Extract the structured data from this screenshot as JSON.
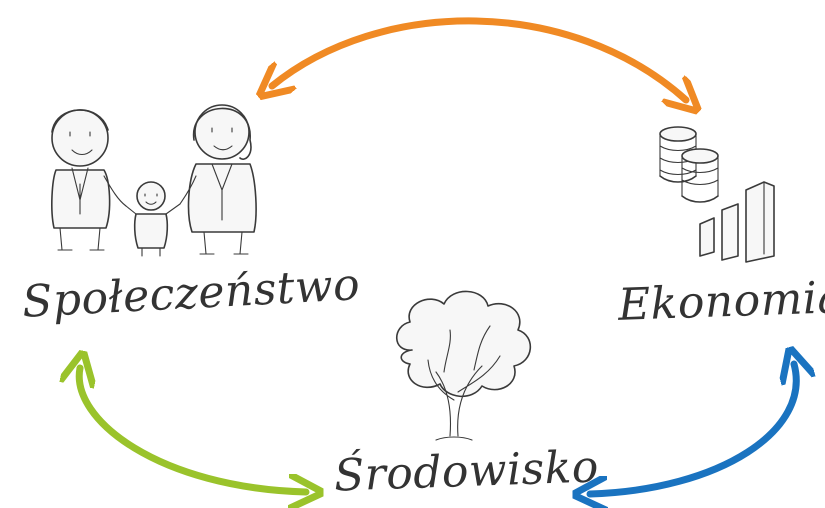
{
  "nodes": {
    "society": {
      "label": "Społeczeństwo",
      "icon": "family-icon"
    },
    "economy": {
      "label": "Ekonomia",
      "icon": "coins-chart-icon"
    },
    "environment": {
      "label": "Środowisko",
      "icon": "tree-icon"
    }
  },
  "arrows": {
    "society_economy": {
      "color": "#f08a24",
      "icon": "double-arrow-icon"
    },
    "society_environment": {
      "color": "#9ac32b",
      "icon": "double-arrow-icon"
    },
    "economy_environment": {
      "color": "#1a73c0",
      "icon": "double-arrow-icon"
    }
  }
}
